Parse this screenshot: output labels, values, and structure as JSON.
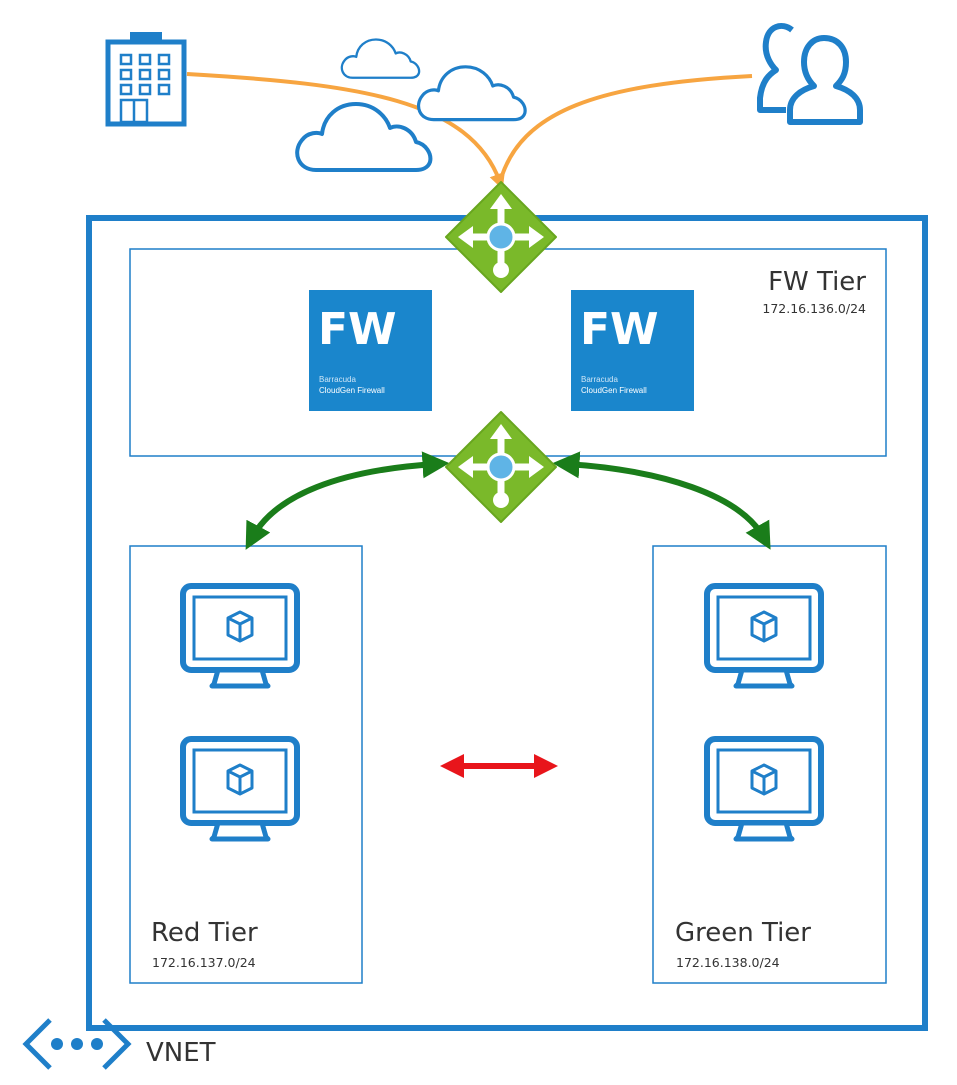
{
  "vnet": {
    "label": "VNET"
  },
  "fw_tier": {
    "name": "FW Tier",
    "cidr": "172.16.136.0/24"
  },
  "red_tier": {
    "name": "Red Tier",
    "cidr": "172.16.137.0/24"
  },
  "green_tier": {
    "name": "Green Tier",
    "cidr": "172.16.138.0/24"
  },
  "firewall": {
    "badge": "FW",
    "vendor": "Barracuda",
    "product": "CloudGen Firewall"
  },
  "icons": {
    "building": "building-icon",
    "users": "users-icon",
    "cloud": "cloud-icon",
    "load_balancer": "load-balancer-icon",
    "vm": "virtual-machine-icon",
    "vnet": "vnet-icon"
  },
  "colors": {
    "azure_blue": "#1f7fc9",
    "firewall_blue": "#1a86cc",
    "lb_green": "#7ab92a",
    "internet_flow": "#f7a541",
    "allowed_flow": "#1a7d1a",
    "denied_flow": "#e8151b"
  }
}
